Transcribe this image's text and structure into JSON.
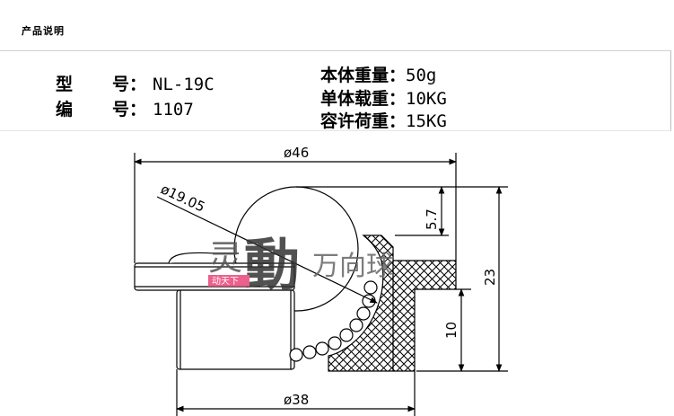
{
  "header": {
    "title": "产品说明"
  },
  "specs_left": [
    {
      "label_a": "型",
      "label_b": "号：",
      "value": "NL-19C"
    },
    {
      "label_a": "编",
      "label_b": "号：",
      "value": "1107"
    }
  ],
  "specs_right": [
    {
      "label": "本体重量：",
      "value": "50g"
    },
    {
      "label": "单体载重：",
      "value": "10KG"
    },
    {
      "label": "容许荷重：",
      "value": "15KG"
    }
  ],
  "drawing": {
    "dim_outer_diameter": "ø46",
    "dim_ball_diameter": "ø19.05",
    "dim_ball_protrusion": "5.7",
    "dim_total_height": "23",
    "dim_body_height": "10",
    "dim_body_diameter": "ø38"
  },
  "watermark": {
    "chars": "灵動万向球",
    "badge": "动天下"
  }
}
